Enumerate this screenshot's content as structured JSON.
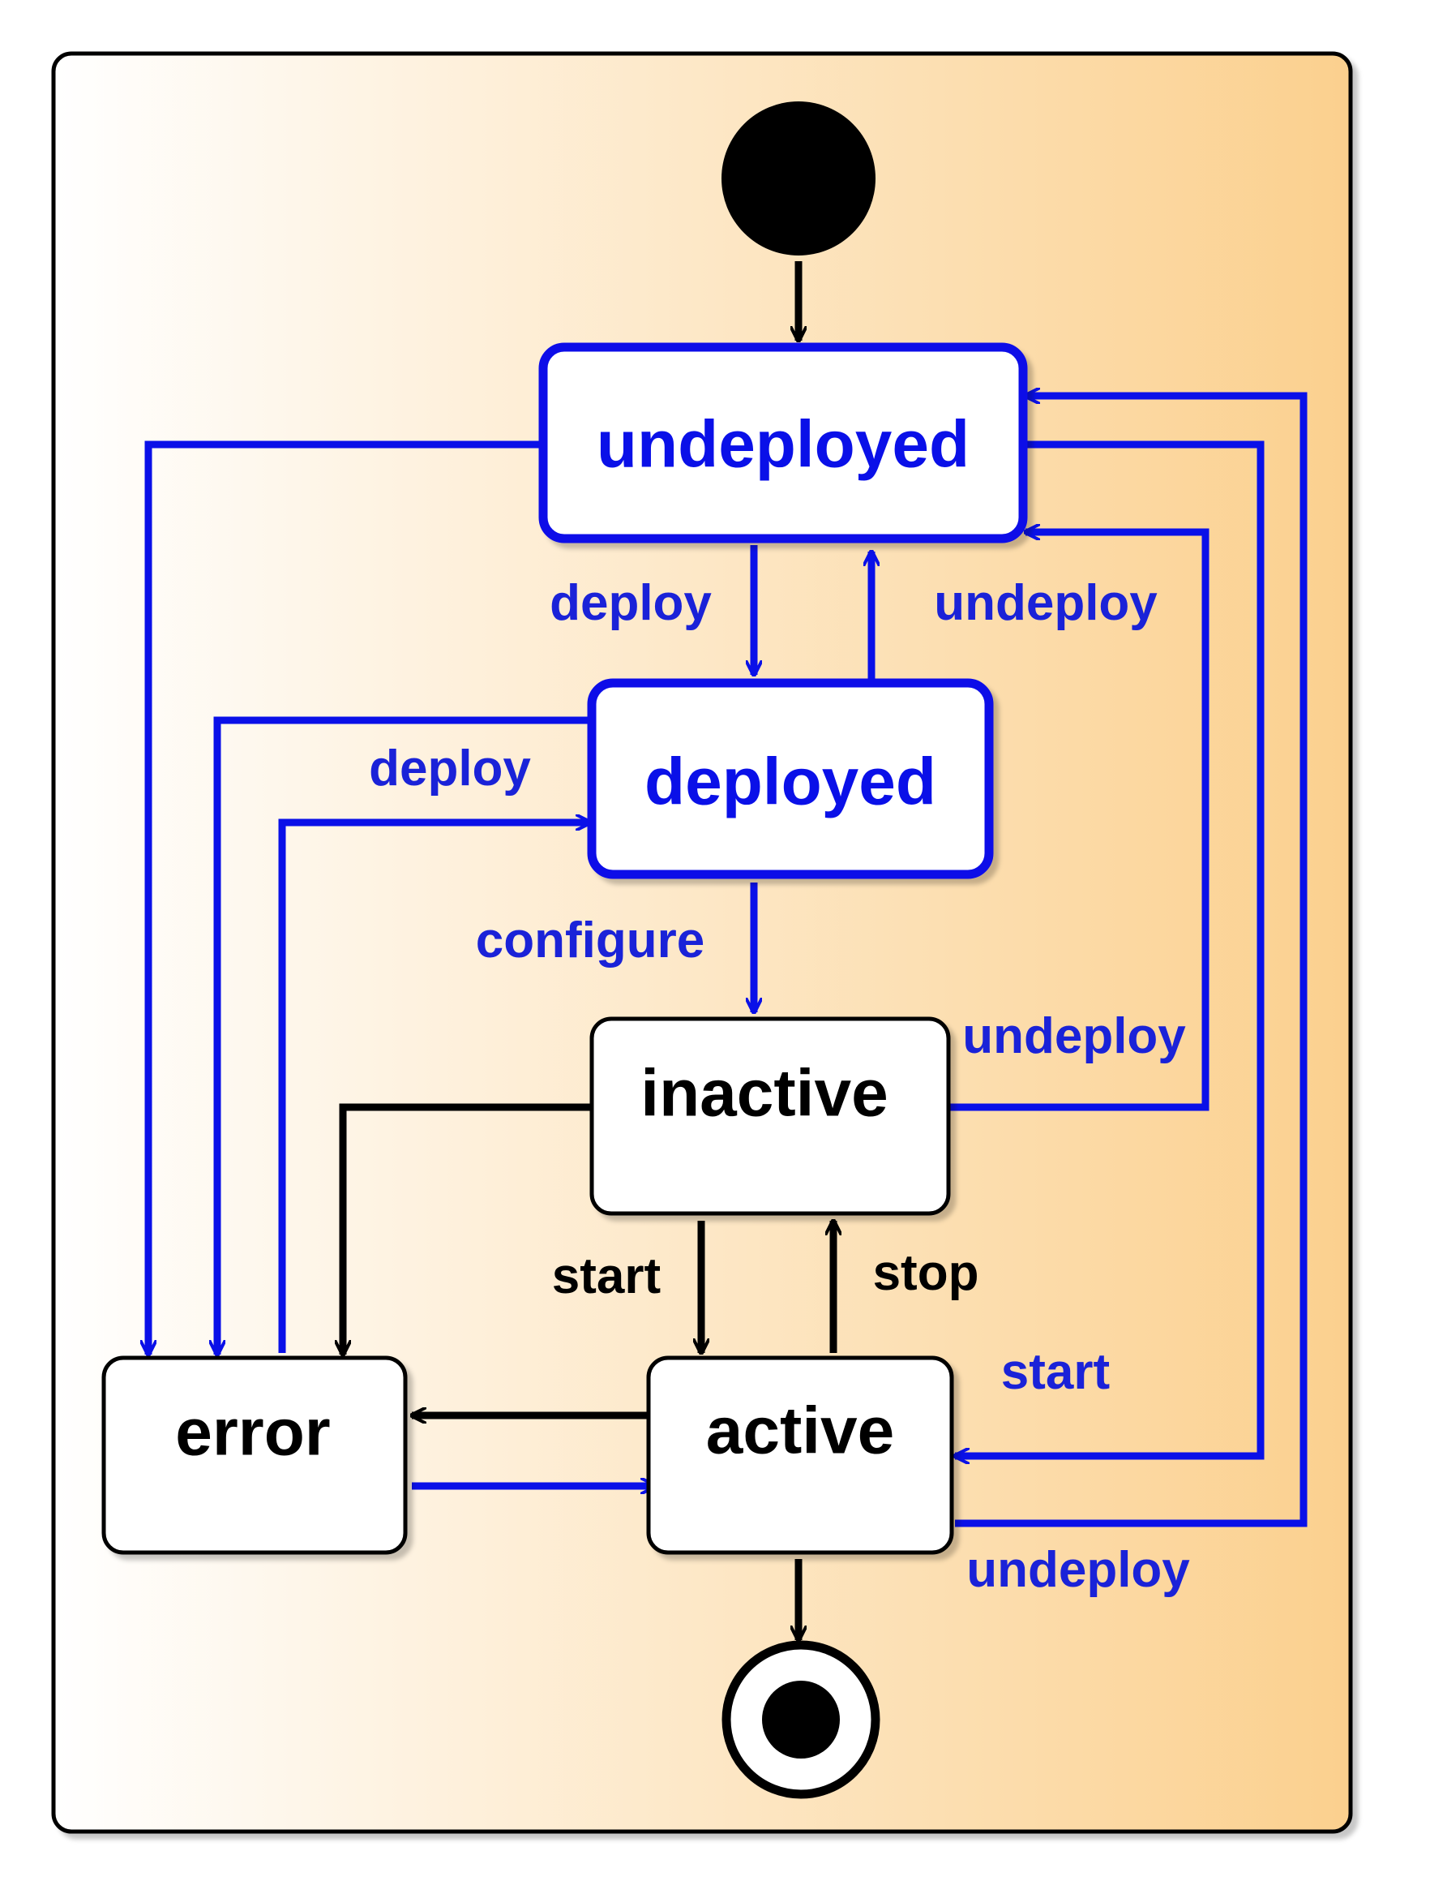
{
  "colors": {
    "blue": "#0a10e8",
    "label_blue": "#1a22d8",
    "black": "#000000",
    "bg_start": "#ffffff",
    "bg_end": "#fbd08e"
  },
  "states": {
    "undeployed": "undeployed",
    "deployed": "deployed",
    "inactive": "inactive",
    "active": "active",
    "error": "error"
  },
  "transitions": {
    "undeployed_to_deployed": "deploy",
    "deployed_to_undeployed": "undeploy",
    "error_to_deployed": "deploy",
    "deployed_to_inactive": "configure",
    "inactive_to_undeployed": "undeploy",
    "inactive_to_active": "start",
    "active_to_inactive": "stop",
    "undeployed_to_active": "start",
    "active_to_undeployed": "undeploy"
  }
}
